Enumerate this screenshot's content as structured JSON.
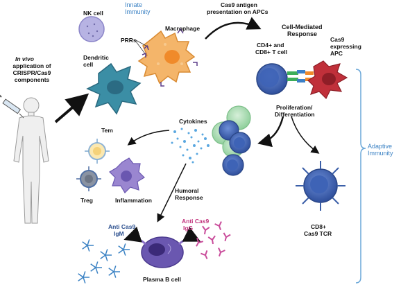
{
  "delivery": {
    "line1": "In vivo",
    "line2": "application of",
    "line3": "CRISPR/Cas9",
    "line4": "components"
  },
  "innate": {
    "title_line1": "Innate",
    "title_line2": "Immunity",
    "nk_cell": "NK cell",
    "prrs": "PRRs",
    "macrophage": "Macrophage",
    "dendritic_line1": "Dendritic",
    "dendritic_line2": "cell"
  },
  "presentation": {
    "line1": "Cas9 antigen",
    "line2": "presentation on APCs"
  },
  "cell_mediated": {
    "line1": "Cell-Mediated",
    "line2": "Response",
    "tcell_line1": "CD4+ and",
    "tcell_line2": "CD8+ T cell",
    "apc_line1": "Cas9",
    "apc_line2": "expressing",
    "apc_line3": "APC"
  },
  "proliferation": {
    "line1": "Proliferation/",
    "line2": "Differentiation"
  },
  "adaptive": {
    "line1": "Adaptive",
    "line2": "Immunity"
  },
  "cytokines": {
    "label": "Cytokines",
    "tem": "Tem",
    "treg": "Treg",
    "inflammation": "Inflammation"
  },
  "humoral": {
    "line1": "Humoral",
    "line2": "Response",
    "igm_line1": "Anti Cas9",
    "igm_line2": "IgM",
    "igg_line1": "Anti Cas9",
    "igg_line2": "IgG",
    "plasma": "Plasma B cell"
  },
  "cd8": {
    "line1": "CD8+",
    "line2": "Cas9 TCR"
  },
  "colors": {
    "innate_blue": "#3b82c4",
    "adaptive_blue": "#3b82c4",
    "igg_magenta": "#c2337d",
    "igm_navy": "#2b4f8e",
    "tcell_blue": "#3f63b5",
    "apc_red": "#c0303a",
    "macrophage_orange": "#f4b56a",
    "dendritic_teal": "#3b8ea5",
    "nk_lavender": "#b7b3e3",
    "plasma_purple": "#6a57b0"
  }
}
